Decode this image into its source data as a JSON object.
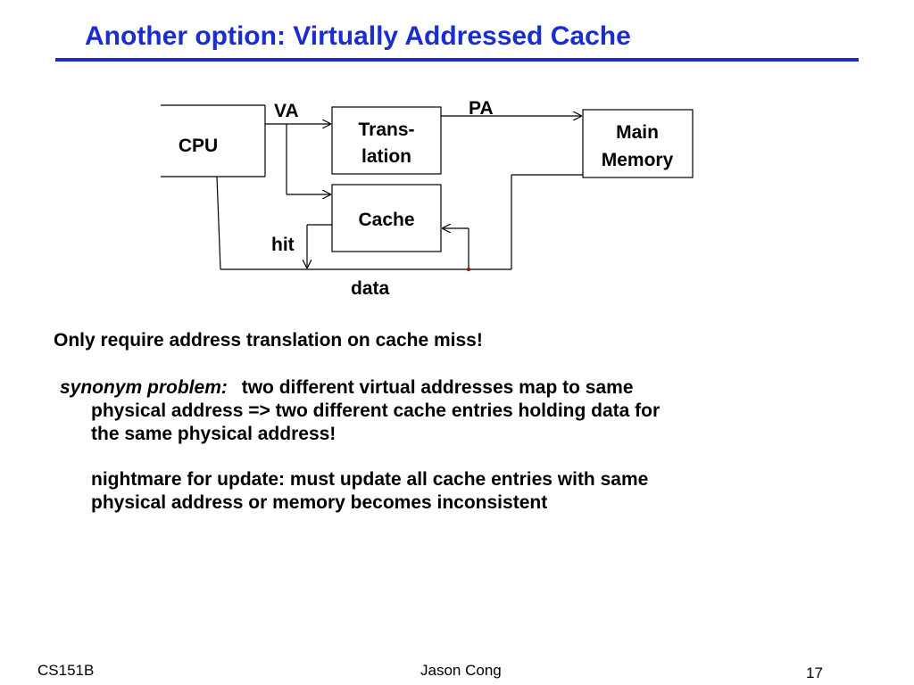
{
  "slide": {
    "title": "Another option: Virtually Addressed Cache"
  },
  "diagram": {
    "cpu_label": "CPU",
    "translation_label_line1": "Trans-",
    "translation_label_line2": "lation",
    "memory_label_line1": "Main",
    "memory_label_line2": "Memory",
    "cache_label": "Cache",
    "va_label": "VA",
    "pa_label": "PA",
    "hit_label": "hit",
    "data_label": "data"
  },
  "text": {
    "point1": "Only require address translation on cache miss!",
    "synonym_term": "synonym problem:",
    "synonym_line1": "two different virtual addresses map to same",
    "synonym_line2": "physical address  =>  two different cache entries holding data for",
    "synonym_line3": "the same physical address!",
    "nightmare_line1": "nightmare for update:  must update all cache entries with same",
    "nightmare_line2": "physical address or memory becomes inconsistent"
  },
  "footer": {
    "course": "CS151B",
    "author": "Jason Cong",
    "page": "17"
  }
}
